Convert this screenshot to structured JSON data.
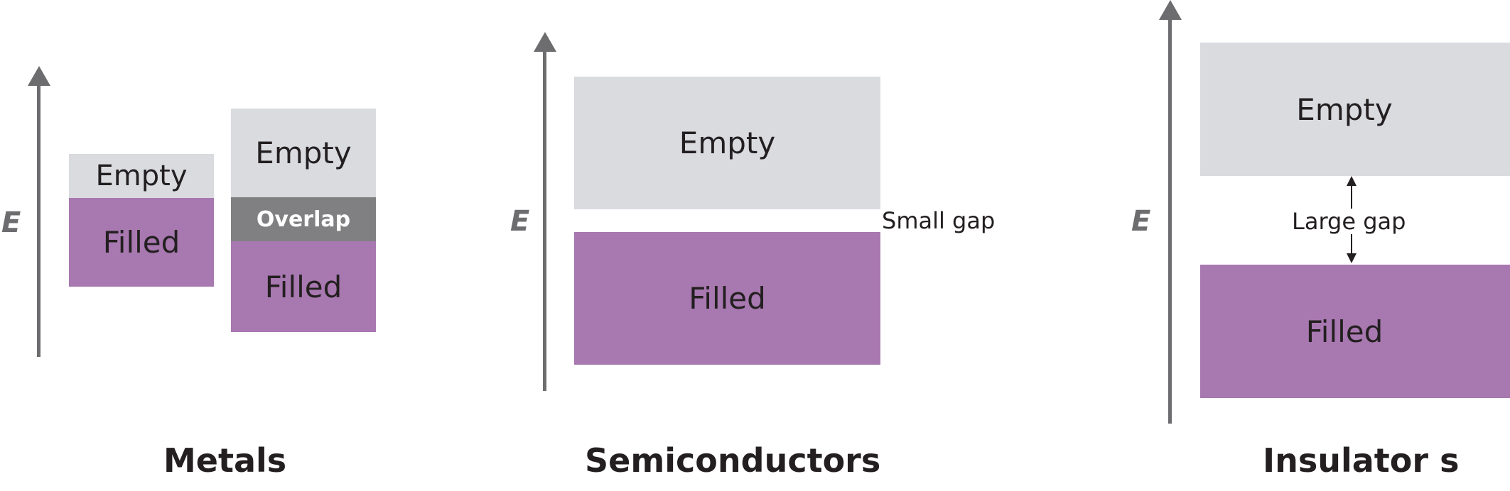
{
  "colors": {
    "empty_band": "#d9dbdf",
    "filled_band": "#a878b0",
    "overlap_band": "#808082",
    "axis": "#6d6d6f",
    "text": "#231f20"
  },
  "axis_label": "E",
  "panels": {
    "metals": {
      "title": "Metals",
      "band_a": {
        "empty": "Empty",
        "filled": "Filled"
      },
      "band_b": {
        "empty": "Empty",
        "overlap": "Overlap",
        "filled": "Filled"
      }
    },
    "semiconductors": {
      "title": "Semiconductors",
      "empty": "Empty",
      "filled": "Filled",
      "gap_label": "Small gap"
    },
    "insulators": {
      "title": "Insulator s",
      "empty": "Empty",
      "filled": "Filled",
      "gap_label": "Large gap"
    }
  }
}
